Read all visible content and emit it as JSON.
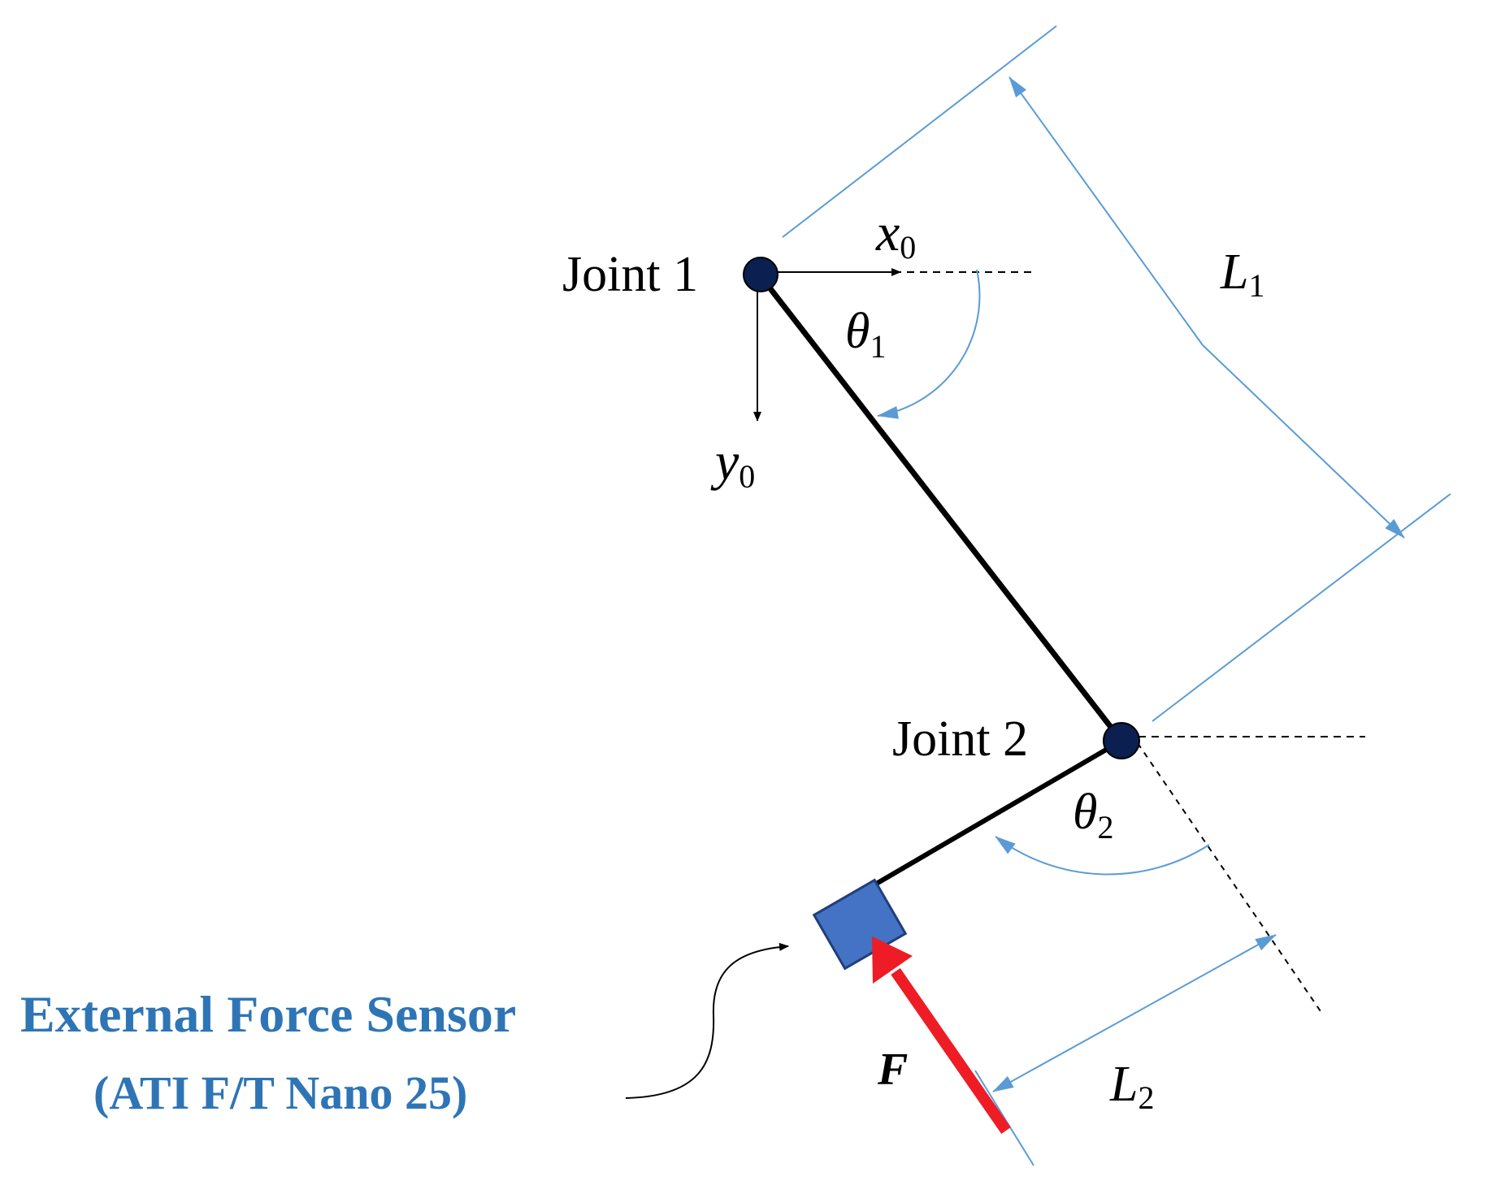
{
  "labels": {
    "joint1": "Joint 1",
    "joint2": "Joint 2",
    "x_axis": {
      "base": "x",
      "sub": "0"
    },
    "y_axis": {
      "base": "y",
      "sub": "0"
    },
    "theta1": {
      "base": "θ",
      "sub": "1"
    },
    "theta2": {
      "base": "θ",
      "sub": "2"
    },
    "link1_length": {
      "base": "L",
      "sub": "1"
    },
    "link2_length": {
      "base": "L",
      "sub": "2"
    },
    "force": "F",
    "sensor_title": "External Force Sensor",
    "sensor_model": "(ATI F/T Nano 25)"
  },
  "colors": {
    "link": "#000000",
    "joint": "#0b2050",
    "dimension": "#5b9bd5",
    "sensor_fill": "#4472c4",
    "sensor_stroke": "#1f3f7a",
    "force_arrow": "#ee1c25",
    "sensor_text": "#2e75b6"
  }
}
